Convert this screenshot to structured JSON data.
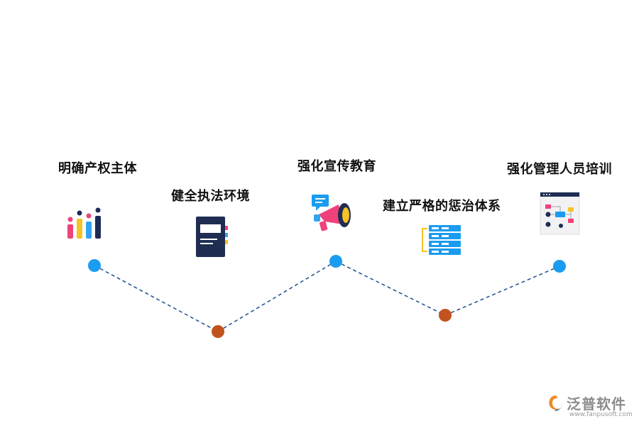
{
  "steps": [
    {
      "label": "明确产权主体",
      "icon": "bar-chart-icon",
      "level": "high"
    },
    {
      "label": "健全执法环境",
      "icon": "notebook-icon",
      "level": "low"
    },
    {
      "label": "强化宣传教育",
      "icon": "megaphone-icon",
      "level": "high"
    },
    {
      "label": "建立严格的惩治体系",
      "icon": "server-rack-icon",
      "level": "low"
    },
    {
      "label": "强化管理人员培训",
      "icon": "flowchart-board-icon",
      "level": "high"
    }
  ],
  "colors": {
    "high_node": "#1a9cf0",
    "low_node": "#c1531f",
    "connector": "#1f4e8a"
  },
  "watermark": {
    "brand": "泛普软件",
    "url": "www.fanpusoft.com"
  }
}
